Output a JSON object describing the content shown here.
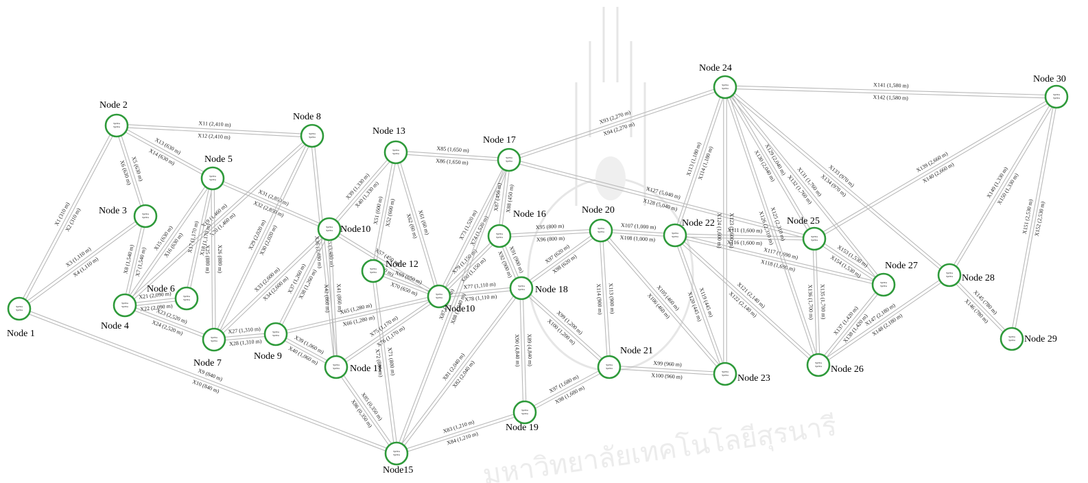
{
  "watermark": {
    "text": "มหาวิทยาลัยเทคโนโลยีสุรนารี"
  },
  "nodes": [
    {
      "id": "n1",
      "label": "Node 1",
      "inner": "ชุมชน"
    },
    {
      "id": "n2",
      "label": "Node 2",
      "inner": "ชุมชน"
    },
    {
      "id": "n3",
      "label": "Node 3",
      "inner": "ชุมชน"
    },
    {
      "id": "n4",
      "label": "Node 4",
      "inner": "ชุมชน"
    },
    {
      "id": "n5",
      "label": "Node 5",
      "inner": "ชุมชน"
    },
    {
      "id": "n6",
      "label": "Node 6",
      "inner": "ชุมชน"
    },
    {
      "id": "n7",
      "label": "Node 7",
      "inner": "ชุมชน"
    },
    {
      "id": "n8",
      "label": "Node 8",
      "inner": "ชุมชน"
    },
    {
      "id": "n9",
      "label": "Node 9",
      "inner": "ชุมชน"
    },
    {
      "id": "n10",
      "label": "Node10",
      "inner": "ชุมชน"
    },
    {
      "id": "n11",
      "label": "Node 11",
      "inner": "ชุมชน"
    },
    {
      "id": "n12",
      "label": "Node 12",
      "inner": "ชุมชน"
    },
    {
      "id": "n13",
      "label": "Node 13",
      "inner": "ชุมชน"
    },
    {
      "id": "n14",
      "label": "Node10",
      "inner": "ชุมชน"
    },
    {
      "id": "n15",
      "label": "Node15",
      "inner": "ชุมชน"
    },
    {
      "id": "n16",
      "label": "Node 16",
      "inner": "ชุมชน"
    },
    {
      "id": "n17",
      "label": "Node 17",
      "inner": "ชุมชน"
    },
    {
      "id": "n18",
      "label": "Node 18",
      "inner": "ชุมชน"
    },
    {
      "id": "n19",
      "label": "Node 19",
      "inner": "ชุมชน"
    },
    {
      "id": "n20",
      "label": "Node 20",
      "inner": "ชุมชน"
    },
    {
      "id": "n21",
      "label": "Node 21",
      "inner": "ชุมชน"
    },
    {
      "id": "n22",
      "label": "Node 22",
      "inner": "ชุมชน"
    },
    {
      "id": "n23",
      "label": "Node 23",
      "inner": "ชุมชน"
    },
    {
      "id": "n24",
      "label": "Node 24",
      "inner": "ชุมชน"
    },
    {
      "id": "n25",
      "label": "Node 25",
      "inner": "ชุมชน"
    },
    {
      "id": "n26",
      "label": "Node 26",
      "inner": "ชุมชน"
    },
    {
      "id": "n27",
      "label": "Node 27",
      "inner": "ชุมชน"
    },
    {
      "id": "n28",
      "label": "Node 28",
      "inner": "ชุมชน"
    },
    {
      "id": "n29",
      "label": "Node 29",
      "inner": "ชุมชน"
    },
    {
      "id": "n30",
      "label": "Node 30",
      "inner": "ชุมชน"
    }
  ],
  "edges": [
    {
      "from": "n1",
      "to": "n2",
      "labels": [
        "X1 (310 m)",
        "X2 (310 m)"
      ]
    },
    {
      "from": "n1",
      "to": "n3",
      "labels": [
        "X3 (1,110 m)",
        "X4 (1,110 m)"
      ]
    },
    {
      "from": "n1",
      "to": "n15",
      "labels": [
        "X9 (840 m)",
        "X10 (840 m)"
      ]
    },
    {
      "from": "n2",
      "to": "n8",
      "labels": [
        "X11 (2,410 m)",
        "X12 (2,410 m)"
      ]
    },
    {
      "from": "n2",
      "to": "n3",
      "labels": [
        "X5 (630 m)",
        "X6 (630 m)"
      ]
    },
    {
      "from": "n2",
      "to": "n5",
      "labels": [
        "X13 (630 m)",
        "X14 (630 m)"
      ]
    },
    {
      "from": "n3",
      "to": "n4",
      "labels": [
        "X7 (1,540 m)",
        "X8 (1,540 m)"
      ]
    },
    {
      "from": "n4",
      "to": "n5",
      "labels": [
        "X15 (630 m)",
        "X16 (630 m)"
      ]
    },
    {
      "from": "n4",
      "to": "n6",
      "labels": [
        "X21 (2,090 m)",
        "X22 (2,090 m)"
      ]
    },
    {
      "from": "n4",
      "to": "n7",
      "labels": [
        "X23 (2,520 m)",
        "X24 (2,520 m)"
      ]
    },
    {
      "from": "n4",
      "to": "n8",
      "labels": [
        "X19 (1,460 m)",
        "X20 (1,460 m)"
      ]
    },
    {
      "from": "n6",
      "to": "n5",
      "labels": [
        "X17 (1,170 m)",
        "X18 (1,170 m)"
      ]
    },
    {
      "from": "n5",
      "to": "n10",
      "labels": [
        "X31 (2,850 m)",
        "X32 (2,850 m)"
      ]
    },
    {
      "from": "n7",
      "to": "n5",
      "labels": [
        "X25 (880 m)",
        "X26 (880 m)"
      ]
    },
    {
      "from": "n7",
      "to": "n8",
      "labels": [
        "X29 (2,020 m)",
        "X30 (2,020 m)"
      ]
    },
    {
      "from": "n7",
      "to": "n9",
      "labels": [
        "X27 (1,310 m)",
        "X28 (1,310 m)"
      ]
    },
    {
      "from": "n7",
      "to": "n10",
      "labels": [
        "X33 (2,600 m)",
        "X34 (2,600 m)"
      ]
    },
    {
      "from": "n8",
      "to": "n11",
      "labels": [
        "X35 (3,480 m)",
        "X36 (3,480 m)"
      ]
    },
    {
      "from": "n9",
      "to": "n10",
      "labels": [
        "X37 (1,260 m)",
        "X38 (1,260 m)"
      ]
    },
    {
      "from": "n9",
      "to": "n11",
      "labels": [
        "X39 (1,060 m)",
        "X40 (1,060 m)"
      ]
    },
    {
      "from": "n9",
      "to": "n14",
      "labels": [
        "X65 (1,280 m)",
        "X66 (1,280 m)"
      ]
    },
    {
      "from": "n10",
      "to": "n13",
      "labels": [
        "X39 (1,330 m)",
        "X40 (1,330 m)"
      ]
    },
    {
      "from": "n10",
      "to": "n14",
      "labels": [
        "X57 (450 m)",
        "X58 (450 m)"
      ]
    },
    {
      "from": "n10",
      "to": "n11",
      "labels": [
        "X41 (860 m)",
        "X42 (860 m)"
      ]
    },
    {
      "from": "n12",
      "to": "n13",
      "labels": [
        "X51 (600 m)",
        "X52 (600 m)"
      ]
    },
    {
      "from": "n12",
      "to": "n14",
      "labels": [
        "X69 (650 m)",
        "X70 (650 m)"
      ]
    },
    {
      "from": "n12",
      "to": "n15",
      "labels": [
        "X71 (800 m)",
        "X72 (800 m)"
      ]
    },
    {
      "from": "n11",
      "to": "n14",
      "labels": [
        "X75 (1,170 m)",
        "X76 (1,170 m)"
      ]
    },
    {
      "from": "n11",
      "to": "n15",
      "labels": [
        "X85 (0,350 m)",
        "X86 (0,350 m)"
      ]
    },
    {
      "from": "n13",
      "to": "n17",
      "labels": [
        "X85 (1,650 m)",
        "X86 (1,650 m)"
      ]
    },
    {
      "from": "n13",
      "to": "n14",
      "labels": [
        "X61 (60 m)",
        "X62 (60 m)"
      ]
    },
    {
      "from": "n14",
      "to": "n17",
      "labels": [
        "X73 (1,520 m)",
        "X74 (1,520 m)"
      ]
    },
    {
      "from": "n14",
      "to": "n18",
      "labels": [
        "X77 (1,110 m)",
        "X78 (1,110 m)"
      ]
    },
    {
      "from": "n14",
      "to": "n16",
      "labels": [
        "X79 (1,150 m)",
        "X80 (1,150 m)"
      ]
    },
    {
      "from": "n15",
      "to": "n17",
      "labels": [
        "X87 (3,040 m)",
        "X88 (3,040 m)"
      ]
    },
    {
      "from": "n15",
      "to": "n19",
      "labels": [
        "X83 (1,210 m)",
        "X84 (1,210 m)"
      ]
    },
    {
      "from": "n15",
      "to": "n18",
      "labels": [
        "X81 (2,040 m)",
        "X82 (2,040 m)"
      ]
    },
    {
      "from": "n16",
      "to": "n17",
      "labels": [
        "X87 (450 m)",
        "X88 (450 m)"
      ]
    },
    {
      "from": "n16",
      "to": "n18",
      "labels": [
        "X91 (900 m)",
        "X92 (900 m)"
      ]
    },
    {
      "from": "n16",
      "to": "n20",
      "labels": [
        "X95 (800 m)",
        "X96 (800 m)"
      ]
    },
    {
      "from": "n17",
      "to": "n24",
      "labels": [
        "X93 (2,270 m)",
        "X94 (2,270 m)"
      ]
    },
    {
      "from": "n17",
      "to": "n25",
      "labels": [
        "X127 (5,040 m)",
        "X128 (5,040 m)"
      ]
    },
    {
      "from": "n18",
      "to": "n20",
      "labels": [
        "X97 (620 m)",
        "X98 (620 m)"
      ]
    },
    {
      "from": "n18",
      "to": "n21",
      "labels": [
        "X99 (1,200 m)",
        "X100 (1,200 m)"
      ]
    },
    {
      "from": "n18",
      "to": "n19",
      "labels": [
        "X89 (4,840 m)",
        "X90 (4,840 m)"
      ]
    },
    {
      "from": "n19",
      "to": "n21",
      "labels": [
        "X97 (1,680 m)",
        "X98 (1,680 m)"
      ]
    },
    {
      "from": "n20",
      "to": "n21",
      "labels": [
        "X113 (900 m)",
        "X114 (900 m)"
      ]
    },
    {
      "from": "n20",
      "to": "n22",
      "labels": [
        "X107 (1,000 m)",
        "X108 (1,000 m)"
      ]
    },
    {
      "from": "n20",
      "to": "n23",
      "labels": [
        "X105 (460 m)",
        "X106 (460 m)"
      ]
    },
    {
      "from": "n21",
      "to": "n23",
      "labels": [
        "X99 (960 m)",
        "X100 (960 m)"
      ]
    },
    {
      "from": "n22",
      "to": "n24",
      "labels": [
        "X113 (1,180 m)",
        "X114 (1,180 m)"
      ]
    },
    {
      "from": "n22",
      "to": "n25",
      "labels": [
        "X111 (1,600 m)",
        "X116 (1,600 m)"
      ]
    },
    {
      "from": "n22",
      "to": "n27",
      "labels": [
        "X117 (1,690 m)",
        "X118 (1,690 m)"
      ]
    },
    {
      "from": "n22",
      "to": "n23",
      "labels": [
        "X119 (445 m)",
        "X120 (445 m)"
      ]
    },
    {
      "from": "n22",
      "to": "n26",
      "labels": [
        "X121 (2,140 m)",
        "X122 (2,140 m)"
      ]
    },
    {
      "from": "n24",
      "to": "n23",
      "labels": [
        "X123 (1,600 m)",
        "X124 (1,600 m)"
      ]
    },
    {
      "from": "n24",
      "to": "n30",
      "labels": [
        "X141 (1,580 m)",
        "X142 (1,580 m)"
      ]
    },
    {
      "from": "n24",
      "to": "n26",
      "labels": [
        "X125 (2,310 m)",
        "X126 (2,310 m)"
      ]
    },
    {
      "from": "n24",
      "to": "n25",
      "labels": [
        "X129 (2,040 m)",
        "X130 (2,040 m)"
      ]
    },
    {
      "from": "n24",
      "to": "n27",
      "labels": [
        "X131 (1,760 m)",
        "X132 (1,760 m)"
      ]
    },
    {
      "from": "n24",
      "to": "n28",
      "labels": [
        "X133 (970 m)",
        "X134 (970 m)"
      ]
    },
    {
      "from": "n25",
      "to": "n30",
      "labels": [
        "X139 (2,660 m)",
        "X140 (2,660 m)"
      ]
    },
    {
      "from": "n25",
      "to": "n26",
      "labels": [
        "X135 (1,700 m)",
        "X136 (1,700 m)"
      ]
    },
    {
      "from": "n25",
      "to": "n27",
      "labels": [
        "X153 (1,530 m)",
        "X154 (1,530 m)"
      ]
    },
    {
      "from": "n26",
      "to": "n27",
      "labels": [
        "X137 (1,420 m)",
        "X138 (1,420 m)"
      ]
    },
    {
      "from": "n26",
      "to": "n28",
      "labels": [
        "X147 (2,180 m)",
        "X148 (2,180 m)"
      ]
    },
    {
      "from": "n28",
      "to": "n30",
      "labels": [
        "X149 (1,330 m)",
        "X150 (1,330 m)"
      ]
    },
    {
      "from": "n28",
      "to": "n29",
      "labels": [
        "X145 (780 m)",
        "X146 (780 m)"
      ]
    },
    {
      "from": "n29",
      "to": "n30",
      "labels": [
        "X151 (2,530 m)",
        "X152 (2,530 m)"
      ]
    }
  ]
}
